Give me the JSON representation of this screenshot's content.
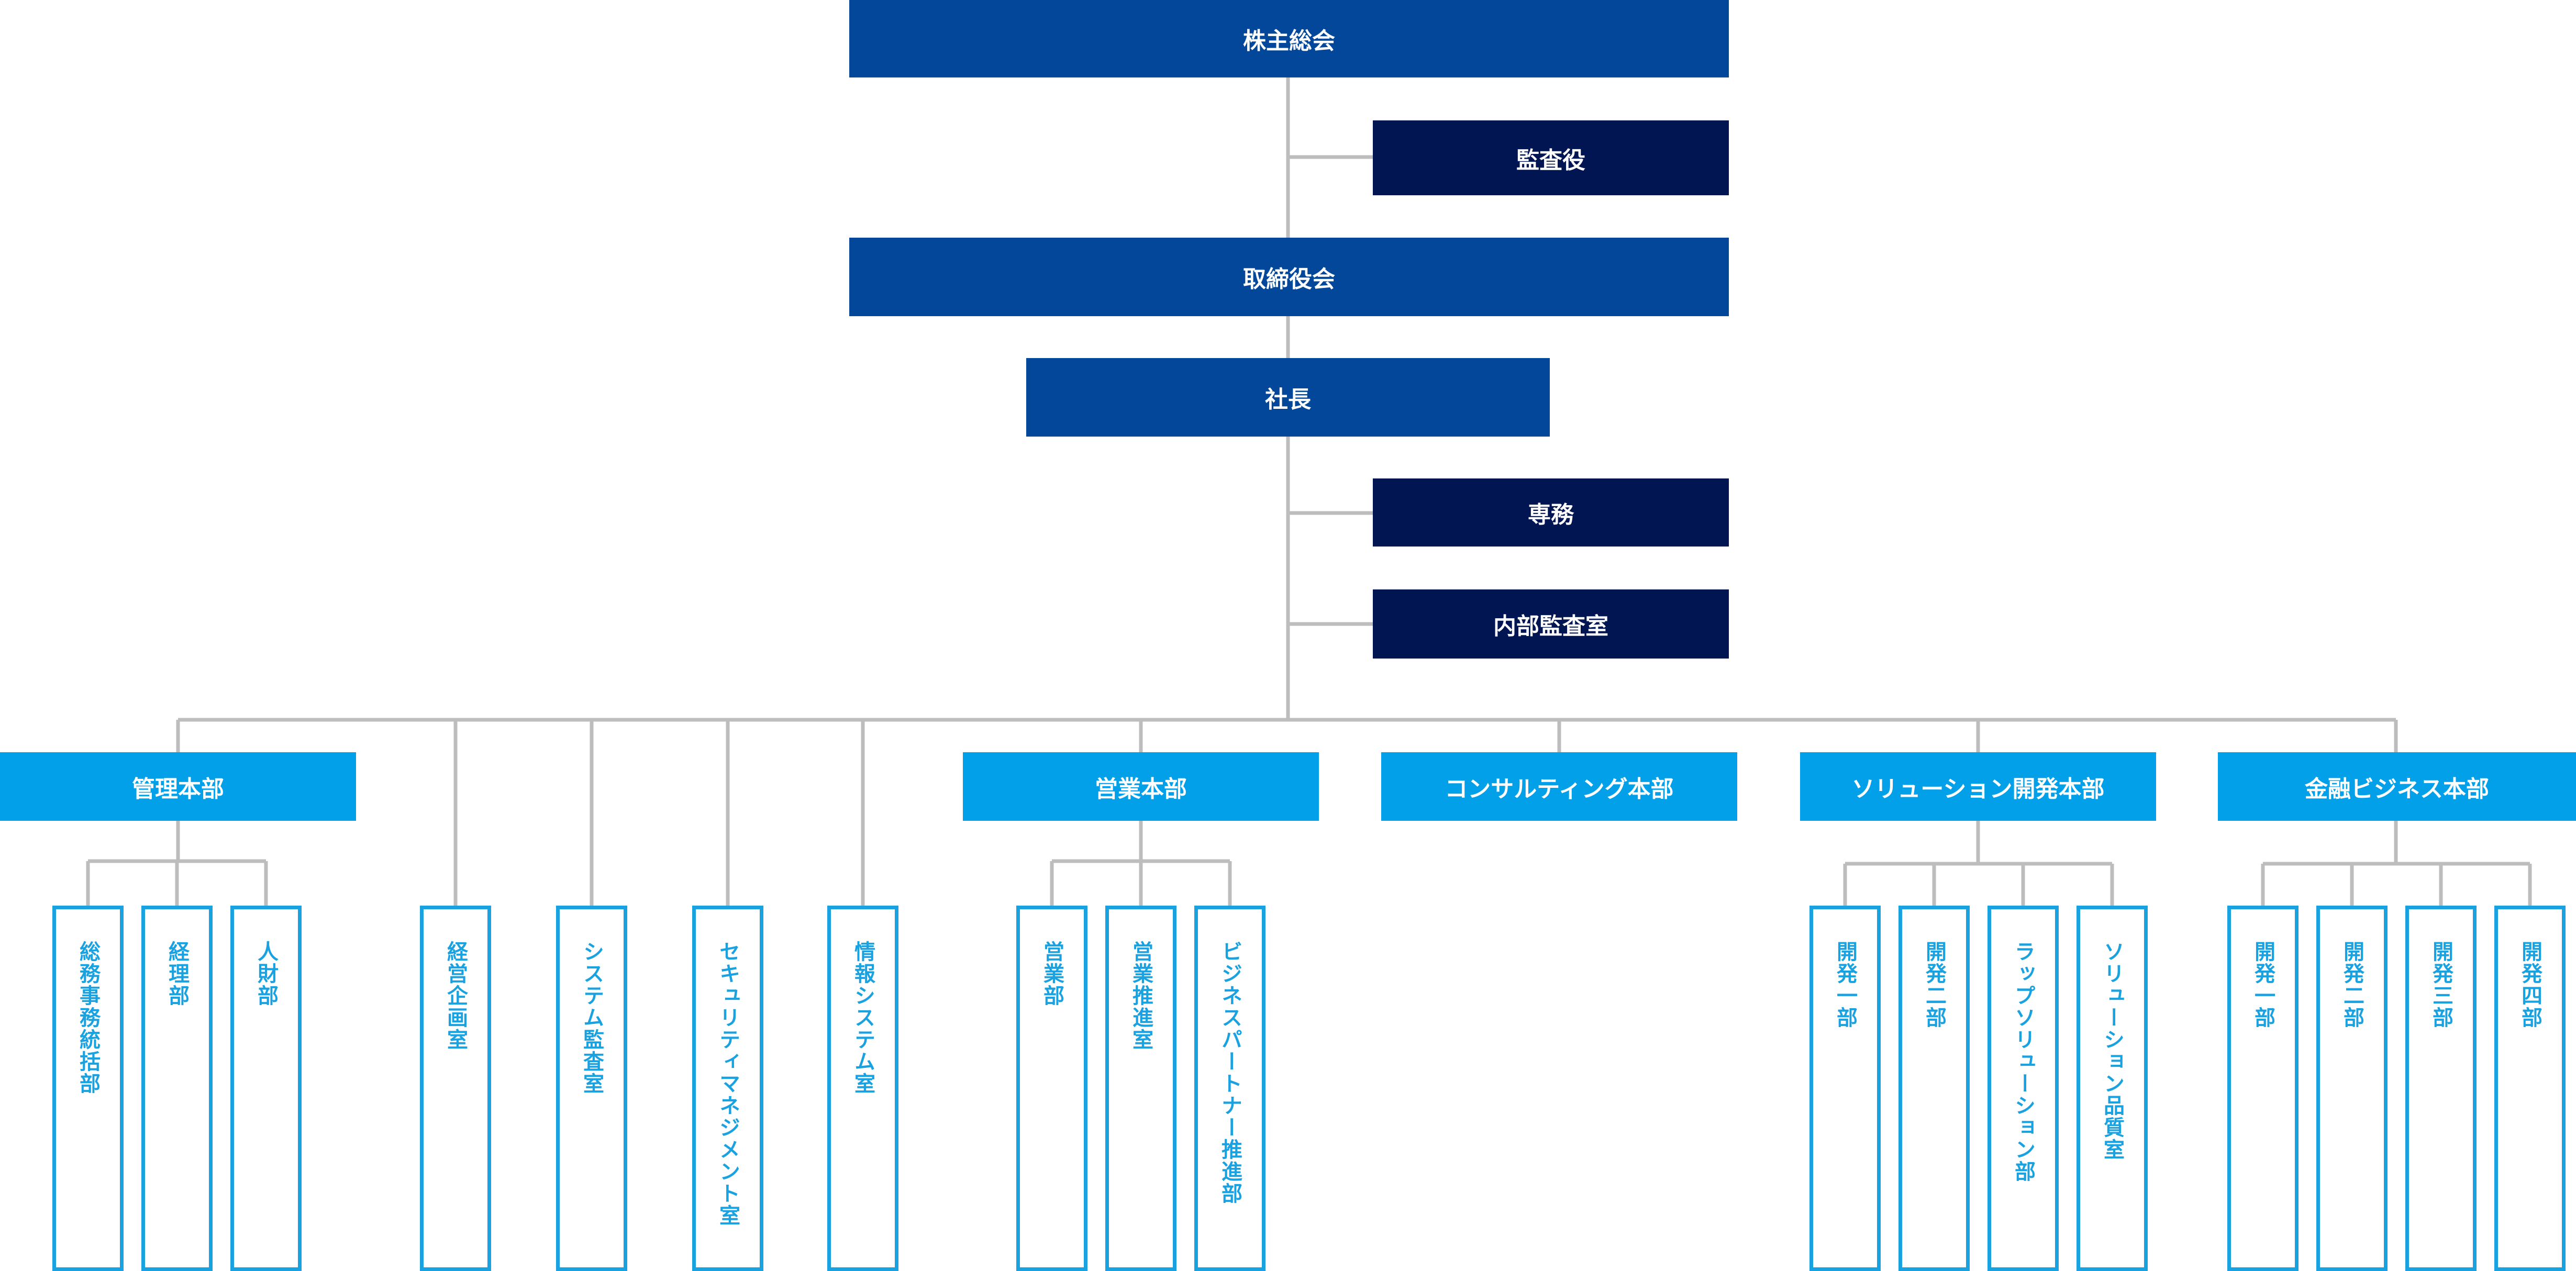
{
  "colors": {
    "navy": "#02479a",
    "dark_navy": "#011552",
    "cyan": "#02a0e9",
    "outline": "#1aa2e0",
    "connector": "#bdbdbd"
  },
  "top": {
    "shareholders": "株主総会",
    "auditor": "監査役",
    "board": "取締役会",
    "president": "社長",
    "managing_director": "専務",
    "internal_audit": "内部監査室"
  },
  "divisions": {
    "admin": "管理本部",
    "sales": "営業本部",
    "consulting": "コンサルティング本部",
    "solution": "ソリューション開発本部",
    "finance": "金融ビジネス本部"
  },
  "departments": {
    "admin": [
      "総務事務統括部",
      "経理部",
      "人財部"
    ],
    "offices": [
      "経営企画室",
      "システム監査室",
      "セキュリティマネジメント室",
      "情報システム室"
    ],
    "sales": [
      "営業部",
      "営業推進室",
      "ビジネスパートナー推進部"
    ],
    "solution": [
      "開発一部",
      "開発二部",
      "ラップソリューション部",
      "ソリューション品質室"
    ],
    "finance": [
      "開発一部",
      "開発二部",
      "開発三部",
      "開発四部"
    ]
  }
}
